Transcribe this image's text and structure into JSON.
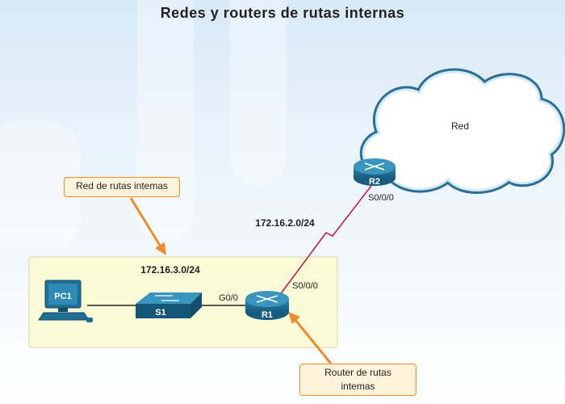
{
  "title": "Redes y routers de rutas internas",
  "cloud": {
    "label": "Red"
  },
  "routers": {
    "r1": {
      "label": "R1",
      "interfaces": {
        "g0": "G0/0",
        "s0": "S0/0/0"
      }
    },
    "r2": {
      "label": "R2",
      "interfaces": {
        "s0": "S0/0/0"
      }
    }
  },
  "switch": {
    "label": "S1"
  },
  "pc": {
    "label": "PC1"
  },
  "networks": {
    "wan": "172.16.2.0/24",
    "lan": "172.16.3.0/24"
  },
  "callouts": {
    "stub_network": "Red de rutas intemas",
    "stub_router_line1": "Router de rutas",
    "stub_router_line2": "intemas"
  },
  "colors": {
    "router": "#1f6f95",
    "wan_link": "#c0143c",
    "callout_border": "#f08a2a",
    "lan_box": "#fafad7"
  }
}
